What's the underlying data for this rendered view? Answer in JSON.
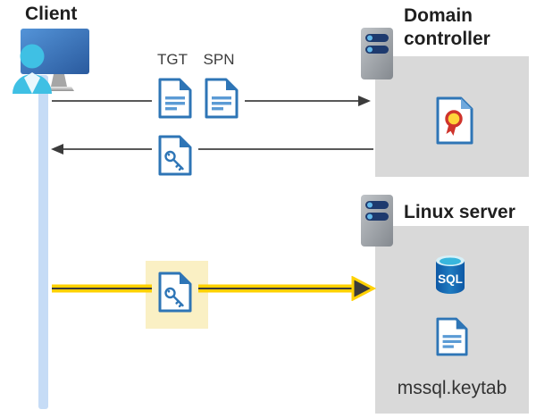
{
  "client": {
    "label": "Client"
  },
  "request": {
    "tgt_label": "TGT",
    "spn_label": "SPN"
  },
  "domain_controller": {
    "label": "Domain controller"
  },
  "linux_server": {
    "label": "Linux server",
    "keytab_label": "mssql.keytab"
  },
  "sql_icon": {
    "label": "SQL"
  },
  "icons": {
    "client": "user-at-computer-icon",
    "ticket_documents": "document-icon",
    "key_file": "key-file-icon",
    "server": "server-icon",
    "certificate": "certificate-icon",
    "database": "sql-database-icon"
  },
  "colors": {
    "doc_blue": "#2E75B6",
    "doc_line_blue": "#5B9BD5",
    "box_gray": "#D9D9D9",
    "arrow_gray": "#595959",
    "arrowhead_dark": "#3B3B3B",
    "lifeline_blue": "#C6DCF6",
    "yellow": "#FFD103",
    "highlight_bg": "#FAF0C4",
    "person_cyan": "#3FC0E4",
    "server_pill_navy": "#1E3A6E",
    "rosette_yellow": "#FFD43A",
    "rosette_red": "#CF342C",
    "sql_body_blue": "#1266B4",
    "sql_top_cyan": "#38B6DD",
    "text_dark": "#1F1F1F"
  }
}
